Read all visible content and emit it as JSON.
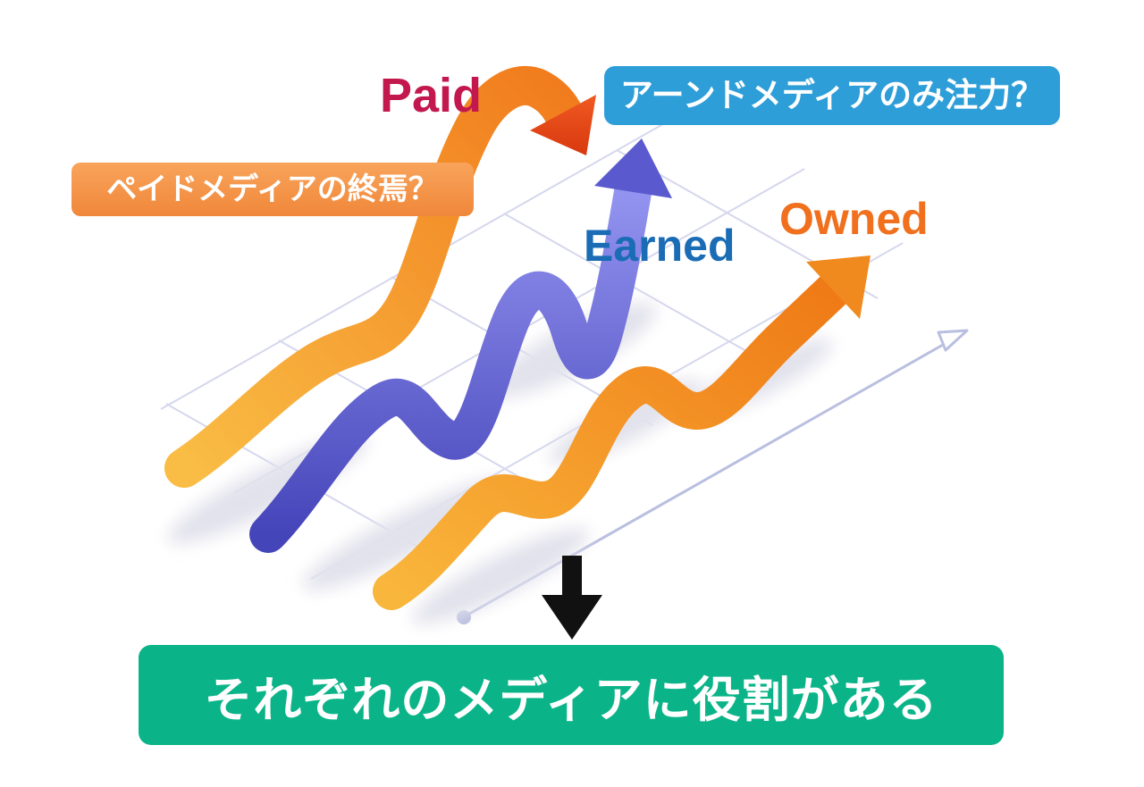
{
  "labels": {
    "paid": "Paid",
    "earned": "Earned",
    "owned": "Owned"
  },
  "callouts": {
    "paid_end_question": "ペイドメディアの終焉？",
    "earned_focus_question": "アーンドメディアのみ注力？"
  },
  "conclusion": {
    "text": "それぞれのメディアに役割がある"
  },
  "series": [
    {
      "name": "Paid",
      "color": "#f6a02c",
      "arrowhead_color": "#e0491a",
      "trend": "rises to a peak then the arrow turns sharply downward"
    },
    {
      "name": "Earned",
      "color": "#6565d2",
      "trend": "wavy rise ending in a strong upward arrow"
    },
    {
      "name": "Owned",
      "color": "#f6a02c",
      "trend": "steady wavy rise ending in an up-right arrow"
    }
  ],
  "colors": {
    "paid_label": "#c2184e",
    "earned_label": "#1a6cb5",
    "owned_label": "#f0701e",
    "paid_callout_bg": "#f5944a",
    "earned_callout_bg": "#2e9ed8",
    "conclusion_bg": "#0bb488",
    "ribbon_orange": "#f6a02c",
    "ribbon_purple": "#6565d2",
    "paid_arrowhead": "#e0491a",
    "down_arrow": "#111111",
    "grid": "#c7cae8"
  }
}
